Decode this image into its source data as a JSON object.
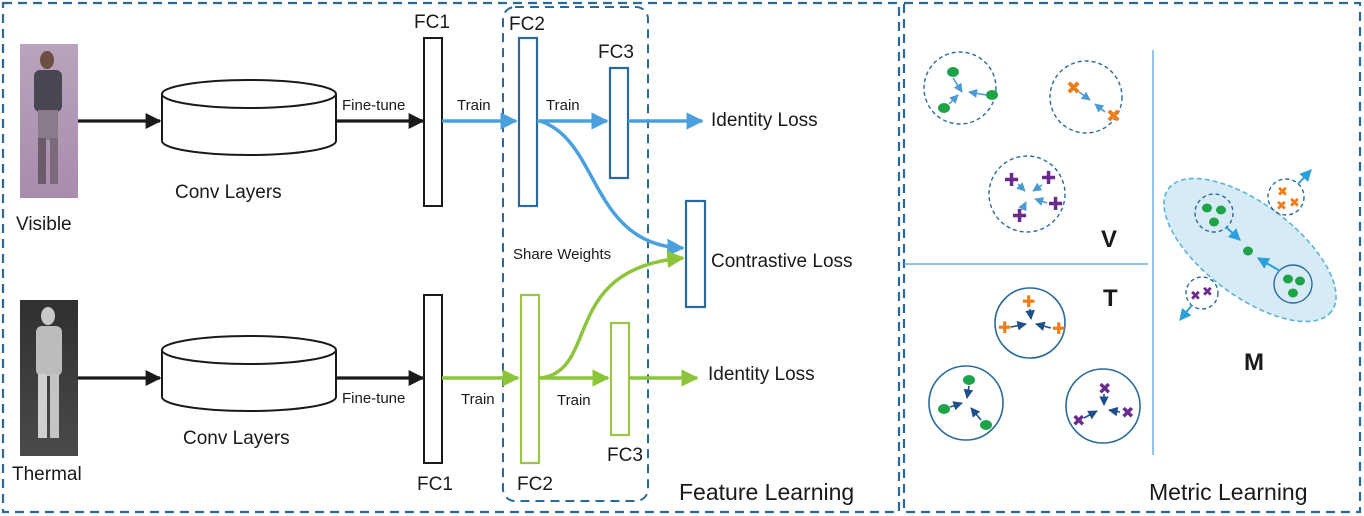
{
  "input_visible": {
    "caption": "Visible"
  },
  "input_thermal": {
    "caption": "Thermal"
  },
  "conv_top": {
    "label": "Conv Layers"
  },
  "conv_bottom": {
    "label": "Conv Layers"
  },
  "edge_labels": {
    "finetune_top": "Fine-tune",
    "finetune_bottom": "Fine-tune",
    "train_top_fc1": "Train",
    "train_top_fc2": "Train",
    "train_bottom_fc1": "Train",
    "train_bottom_fc2": "Train"
  },
  "layers": {
    "fc1_top": "FC1",
    "fc2_top": "FC2",
    "fc3_top": "FC3",
    "fc1_bottom": "FC1",
    "fc2_bottom": "FC2",
    "fc3_bottom": "FC3"
  },
  "share_weights": "Share Weights",
  "losses": {
    "identity_top": "Identity Loss",
    "contrastive": "Contrastive Loss",
    "identity_bottom": "Identity Loss"
  },
  "panels": {
    "feature_learning": "Feature Learning",
    "metric_learning": "Metric Learning"
  },
  "metric_panels": {
    "v": "V",
    "t": "T",
    "m": "M"
  },
  "colors": {
    "frame": "#2a6a9a",
    "visible_stream": "#4aa0dc",
    "thermal_stream": "#8cc43a",
    "fc_top_box": "#2a6a9a",
    "fc_bottom_box": "#9cc447",
    "green_point": "#1fa34a",
    "orange_point": "#f07c1a",
    "purple_point": "#6a2c8c",
    "ellipse_fill": "#d6ebf6",
    "ellipse_stroke": "#5ab4dc"
  }
}
